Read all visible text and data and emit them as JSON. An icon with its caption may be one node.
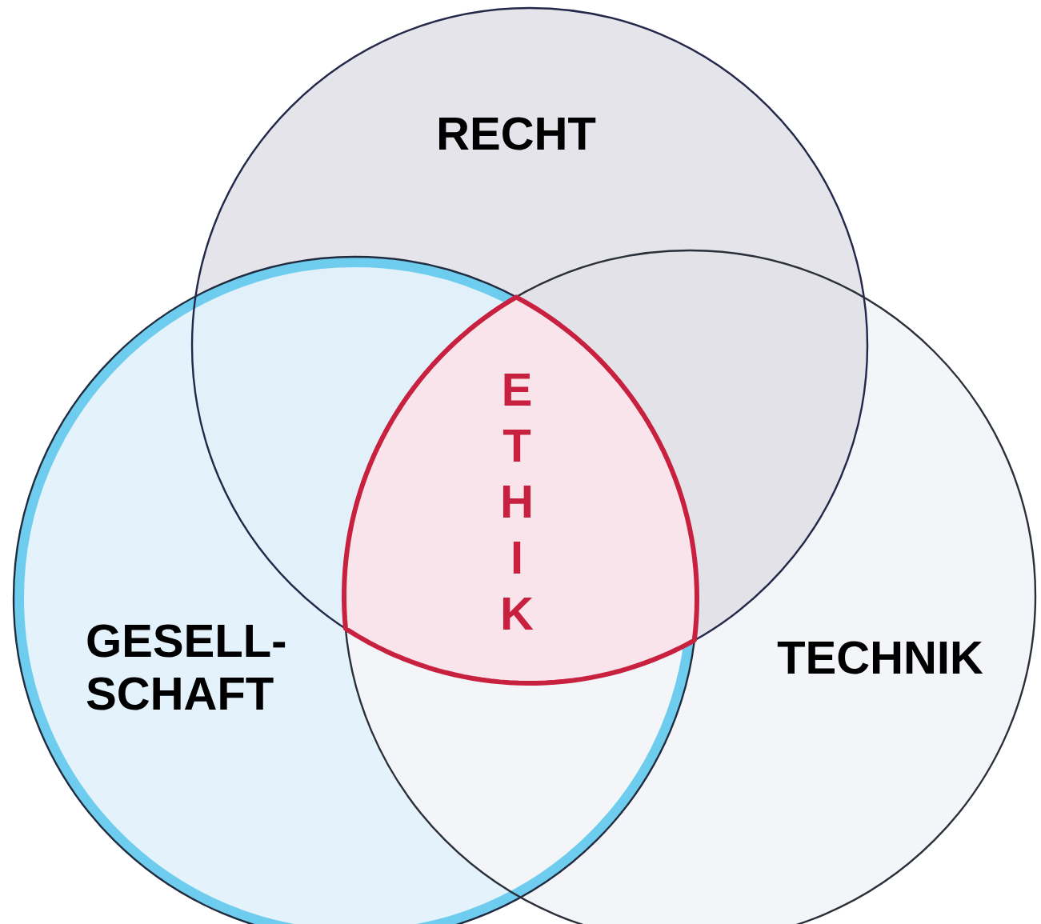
{
  "diagram": {
    "nodes": [
      {
        "text": [
          "RECHT"
        ]
      },
      {
        "text": [
          "GESELL- SCHAFT"
        ]
      },
      {
        "text": [
          "TECHNIK"
        ]
      },
      {
        "text": [
          "E T H I K"
        ]
      }
    ]
  }
}
